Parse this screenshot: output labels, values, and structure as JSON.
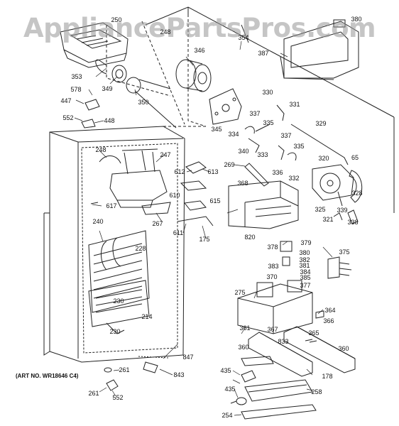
{
  "watermark": "AppliancePartsPros.com",
  "art_number": "(ART NO. WR18646 C4)",
  "part_labels": {
    "p250": "250",
    "p248a": "248",
    "p354": "354",
    "p380": "380",
    "p387": "387",
    "p346": "346",
    "p353": "353",
    "p349": "349",
    "p578": "578",
    "p350": "350",
    "p447": "447",
    "p552a": "552",
    "p448": "448",
    "p345": "345",
    "p334": "334",
    "p330": "330",
    "p331": "331",
    "p337a": "337",
    "p335a": "335",
    "p329": "329",
    "p340": "340",
    "p333": "333",
    "p337b": "337",
    "p335b": "335",
    "p248b": "248",
    "p247": "247",
    "p612": "612",
    "p613": "613",
    "p269": "269",
    "p320": "320",
    "p65": "65",
    "p336": "336",
    "p332": "332",
    "p368": "368",
    "p610": "610",
    "p615": "615",
    "p617": "617",
    "p267": "267",
    "p611": "611",
    "p175": "175",
    "p328": "328",
    "p325": "325",
    "p339": "339",
    "p321": "321",
    "p338": "338",
    "p240": "240",
    "p820": "820",
    "p378": "378",
    "p379": "379",
    "p228": "228",
    "p380b": "380",
    "p382": "382",
    "p381": "381",
    "p375": "375",
    "p383": "383",
    "p384": "384",
    "p385": "385",
    "p370": "370",
    "p377": "377",
    "p275": "275",
    "p230a": "230",
    "p214": "214",
    "p364": "364",
    "p366": "366",
    "p230b": "230",
    "p361": "361",
    "p367": "367",
    "p365": "365",
    "p833": "833",
    "p360a": "360",
    "p360b": "360",
    "p847": "847",
    "p261a": "261",
    "p843": "843",
    "p178": "178",
    "p435a": "435",
    "p261b": "261",
    "p552b": "552",
    "p258": "258",
    "p435b": "435",
    "p254": "254"
  }
}
